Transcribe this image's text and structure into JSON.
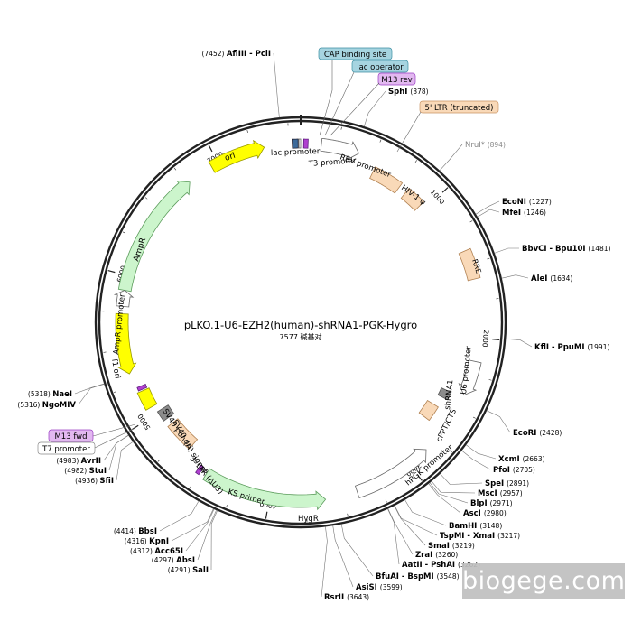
{
  "plasmid": {
    "name": "pLKO.1-U6-EZH2(human)-shRNA1-PGK-Hygro",
    "size_label": "7577 碱基对",
    "length_bp": 7577
  },
  "watermark": "biogege.com",
  "tick_labels": [
    "1000",
    "2000",
    "3000",
    "4000",
    "5000",
    "6000",
    "7000"
  ],
  "sites": [
    {
      "pos": "(7452)",
      "name": "AflIII - PciI",
      "bp": 7452
    },
    {
      "pos": "(378)",
      "name": "SphI",
      "bp": 378
    },
    {
      "pos": "(894)",
      "name": "NruI*",
      "bp": 894
    },
    {
      "pos": "(1227)",
      "name": "EcoNI",
      "bp": 1227
    },
    {
      "pos": "(1246)",
      "name": "MfeI",
      "bp": 1246
    },
    {
      "pos": "(1481)",
      "name": "BbvCI - Bpu10I",
      "bp": 1481
    },
    {
      "pos": "(1634)",
      "name": "AleI",
      "bp": 1634
    },
    {
      "pos": "(1991)",
      "name": "KflI - PpuMI",
      "bp": 1991
    },
    {
      "pos": "(2428)",
      "name": "EcoRI",
      "bp": 2428
    },
    {
      "pos": "(2663)",
      "name": "XcmI",
      "bp": 2663
    },
    {
      "pos": "(2705)",
      "name": "PfoI",
      "bp": 2705
    },
    {
      "pos": "(2891)",
      "name": "SpeI",
      "bp": 2891
    },
    {
      "pos": "(2957)",
      "name": "MscI",
      "bp": 2957
    },
    {
      "pos": "(2971)",
      "name": "BlpI",
      "bp": 2971
    },
    {
      "pos": "(2980)",
      "name": "AscI",
      "bp": 2980
    },
    {
      "pos": "(3148)",
      "name": "BamHI",
      "bp": 3148
    },
    {
      "pos": "(3217)",
      "name": "TspMI - XmaI",
      "bp": 3217
    },
    {
      "pos": "(3219)",
      "name": "SmaI",
      "bp": 3219
    },
    {
      "pos": "(3260)",
      "name": "ZraI",
      "bp": 3260
    },
    {
      "pos": "(3262)",
      "name": "AatII - PshAI",
      "bp": 3262
    },
    {
      "pos": "(3548)",
      "name": "BfuAI - BspMI",
      "bp": 3548
    },
    {
      "pos": "(3599)",
      "name": "AsiSI",
      "bp": 3599
    },
    {
      "pos": "(3643)",
      "name": "RsrII",
      "bp": 3643
    },
    {
      "pos": "(4291)",
      "name": "SalI",
      "bp": 4291
    },
    {
      "pos": "(4297)",
      "name": "AbsI",
      "bp": 4297
    },
    {
      "pos": "(4312)",
      "name": "Acc65I",
      "bp": 4312
    },
    {
      "pos": "(4316)",
      "name": "KpnI",
      "bp": 4316
    },
    {
      "pos": "(4414)",
      "name": "BbsI",
      "bp": 4414
    },
    {
      "pos": "(4936)",
      "name": "SfiI",
      "bp": 4936
    },
    {
      "pos": "(4982)",
      "name": "StuI",
      "bp": 4982
    },
    {
      "pos": "(4983)",
      "name": "AvrII",
      "bp": 4983
    },
    {
      "pos": "(5316)",
      "name": "NgoMIV",
      "bp": 5316
    },
    {
      "pos": "(5318)",
      "name": "NaeI",
      "bp": 5318
    }
  ],
  "tags": {
    "cap": "CAP binding site",
    "lacop": "lac operator",
    "m13rev": "M13 rev",
    "ltr5": "5' LTR (truncated)",
    "m13fwd": "M13 fwd",
    "t7": "T7 promoter"
  },
  "features": {
    "ori": "ori",
    "ampr": "AmpR",
    "ampr_promoter": "AmpR promoter",
    "f1ori": "f1 ori",
    "lac_promoter": "lac promoter",
    "t3_promoter": "T3 promoter",
    "rsv_promoter": "RSV promoter",
    "hiv_psi": "HIV-1 ψ",
    "rre": "RRE",
    "u6_promoter": "U6 promoter",
    "shrna": "shRNA1",
    "cppt": "cPPT/CTS",
    "hpgk": "hPGK promoter",
    "hygr": "HygR",
    "ks_primer": "KS primer",
    "ltr3": "3' LTR (ΔU3)",
    "sv40_ori": "SV40 ori",
    "sv40_polya": "SV40 poly(A) signal"
  },
  "colors": {
    "backbone": "#222222",
    "ori": "#ffff00",
    "ampr": "#ccf5cc",
    "ltr": "#f9d9b8",
    "gray": "#8c8c8c",
    "purple": "#b040d0",
    "tag_blue": "#a6d4e0",
    "tag_purple": "#e2b8f0",
    "tag_peach": "#f9d9b8"
  }
}
